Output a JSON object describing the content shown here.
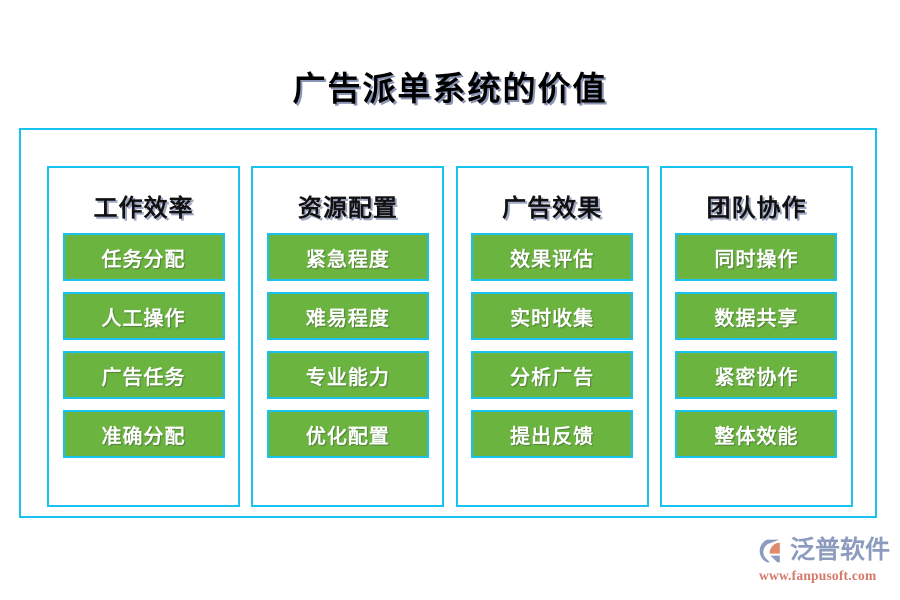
{
  "page": {
    "title": "广告派单系统的价值",
    "background_color": "#ffffff",
    "frame_border_color": "#19c3f0",
    "item_fill_color": "#6cb440",
    "item_text_color": "#ffffff",
    "title_color": "#000000"
  },
  "columns": [
    {
      "title": "工作效率",
      "items": [
        {
          "label": "任务分配"
        },
        {
          "label": "人工操作"
        },
        {
          "label": "广告任务"
        },
        {
          "label": "准确分配"
        }
      ]
    },
    {
      "title": "资源配置",
      "items": [
        {
          "label": "紧急程度"
        },
        {
          "label": "难易程度"
        },
        {
          "label": "专业能力"
        },
        {
          "label": "优化配置"
        }
      ]
    },
    {
      "title": "广告效果",
      "items": [
        {
          "label": "效果评估"
        },
        {
          "label": "实时收集"
        },
        {
          "label": "分析广告"
        },
        {
          "label": "提出反馈"
        }
      ]
    },
    {
      "title": "团队协作",
      "items": [
        {
          "label": "同时操作"
        },
        {
          "label": "数据共享"
        },
        {
          "label": "紧密协作"
        },
        {
          "label": "整体效能"
        }
      ]
    }
  ],
  "logo": {
    "name": "泛普软件",
    "url": "www.fanpusoft.com",
    "mark_icon": "fanpu-arc-logo-icon",
    "name_color": "#8d9cbe",
    "url_color": "#d4796a"
  }
}
